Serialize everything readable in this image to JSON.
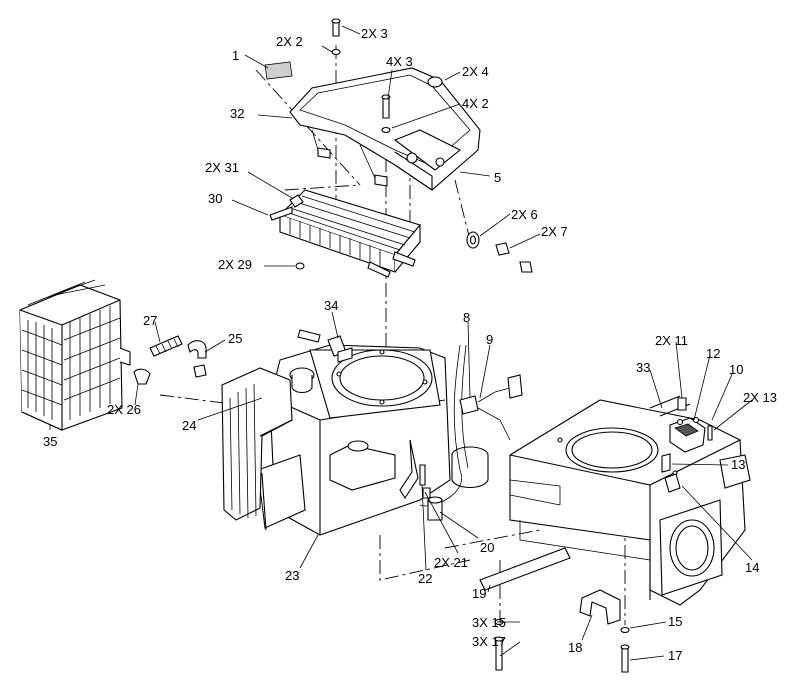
{
  "labels": {
    "l_2x3": "2X 3",
    "l_2x2": "2X 2",
    "l_1": "1",
    "l_4x3": "4X 3",
    "l_2x4": "2X 4",
    "l_32": "32",
    "l_4x2": "4X 2",
    "l_2x31": "2X 31",
    "l_5": "5",
    "l_30": "30",
    "l_2x6": "2X 6",
    "l_2x7": "2X 7",
    "l_2x29": "2X 29",
    "l_34": "34",
    "l_8": "8",
    "l_27": "27",
    "l_9": "9",
    "l_25": "25",
    "l_2x11": "2X 11",
    "l_12": "12",
    "l_33": "33",
    "l_10": "10",
    "l_2x13": "2X 13",
    "l_35": "35",
    "l_2x26": "2X 26",
    "l_24": "24",
    "l_13": "13",
    "l_14": "14",
    "l_20": "20",
    "l_2x21": "2X 21",
    "l_23": "23",
    "l_22": "22",
    "l_19": "19",
    "l_3x15": "3X 15",
    "l_15": "15",
    "l_3x17": "3X 17",
    "l_18": "18",
    "l_17": "17"
  }
}
